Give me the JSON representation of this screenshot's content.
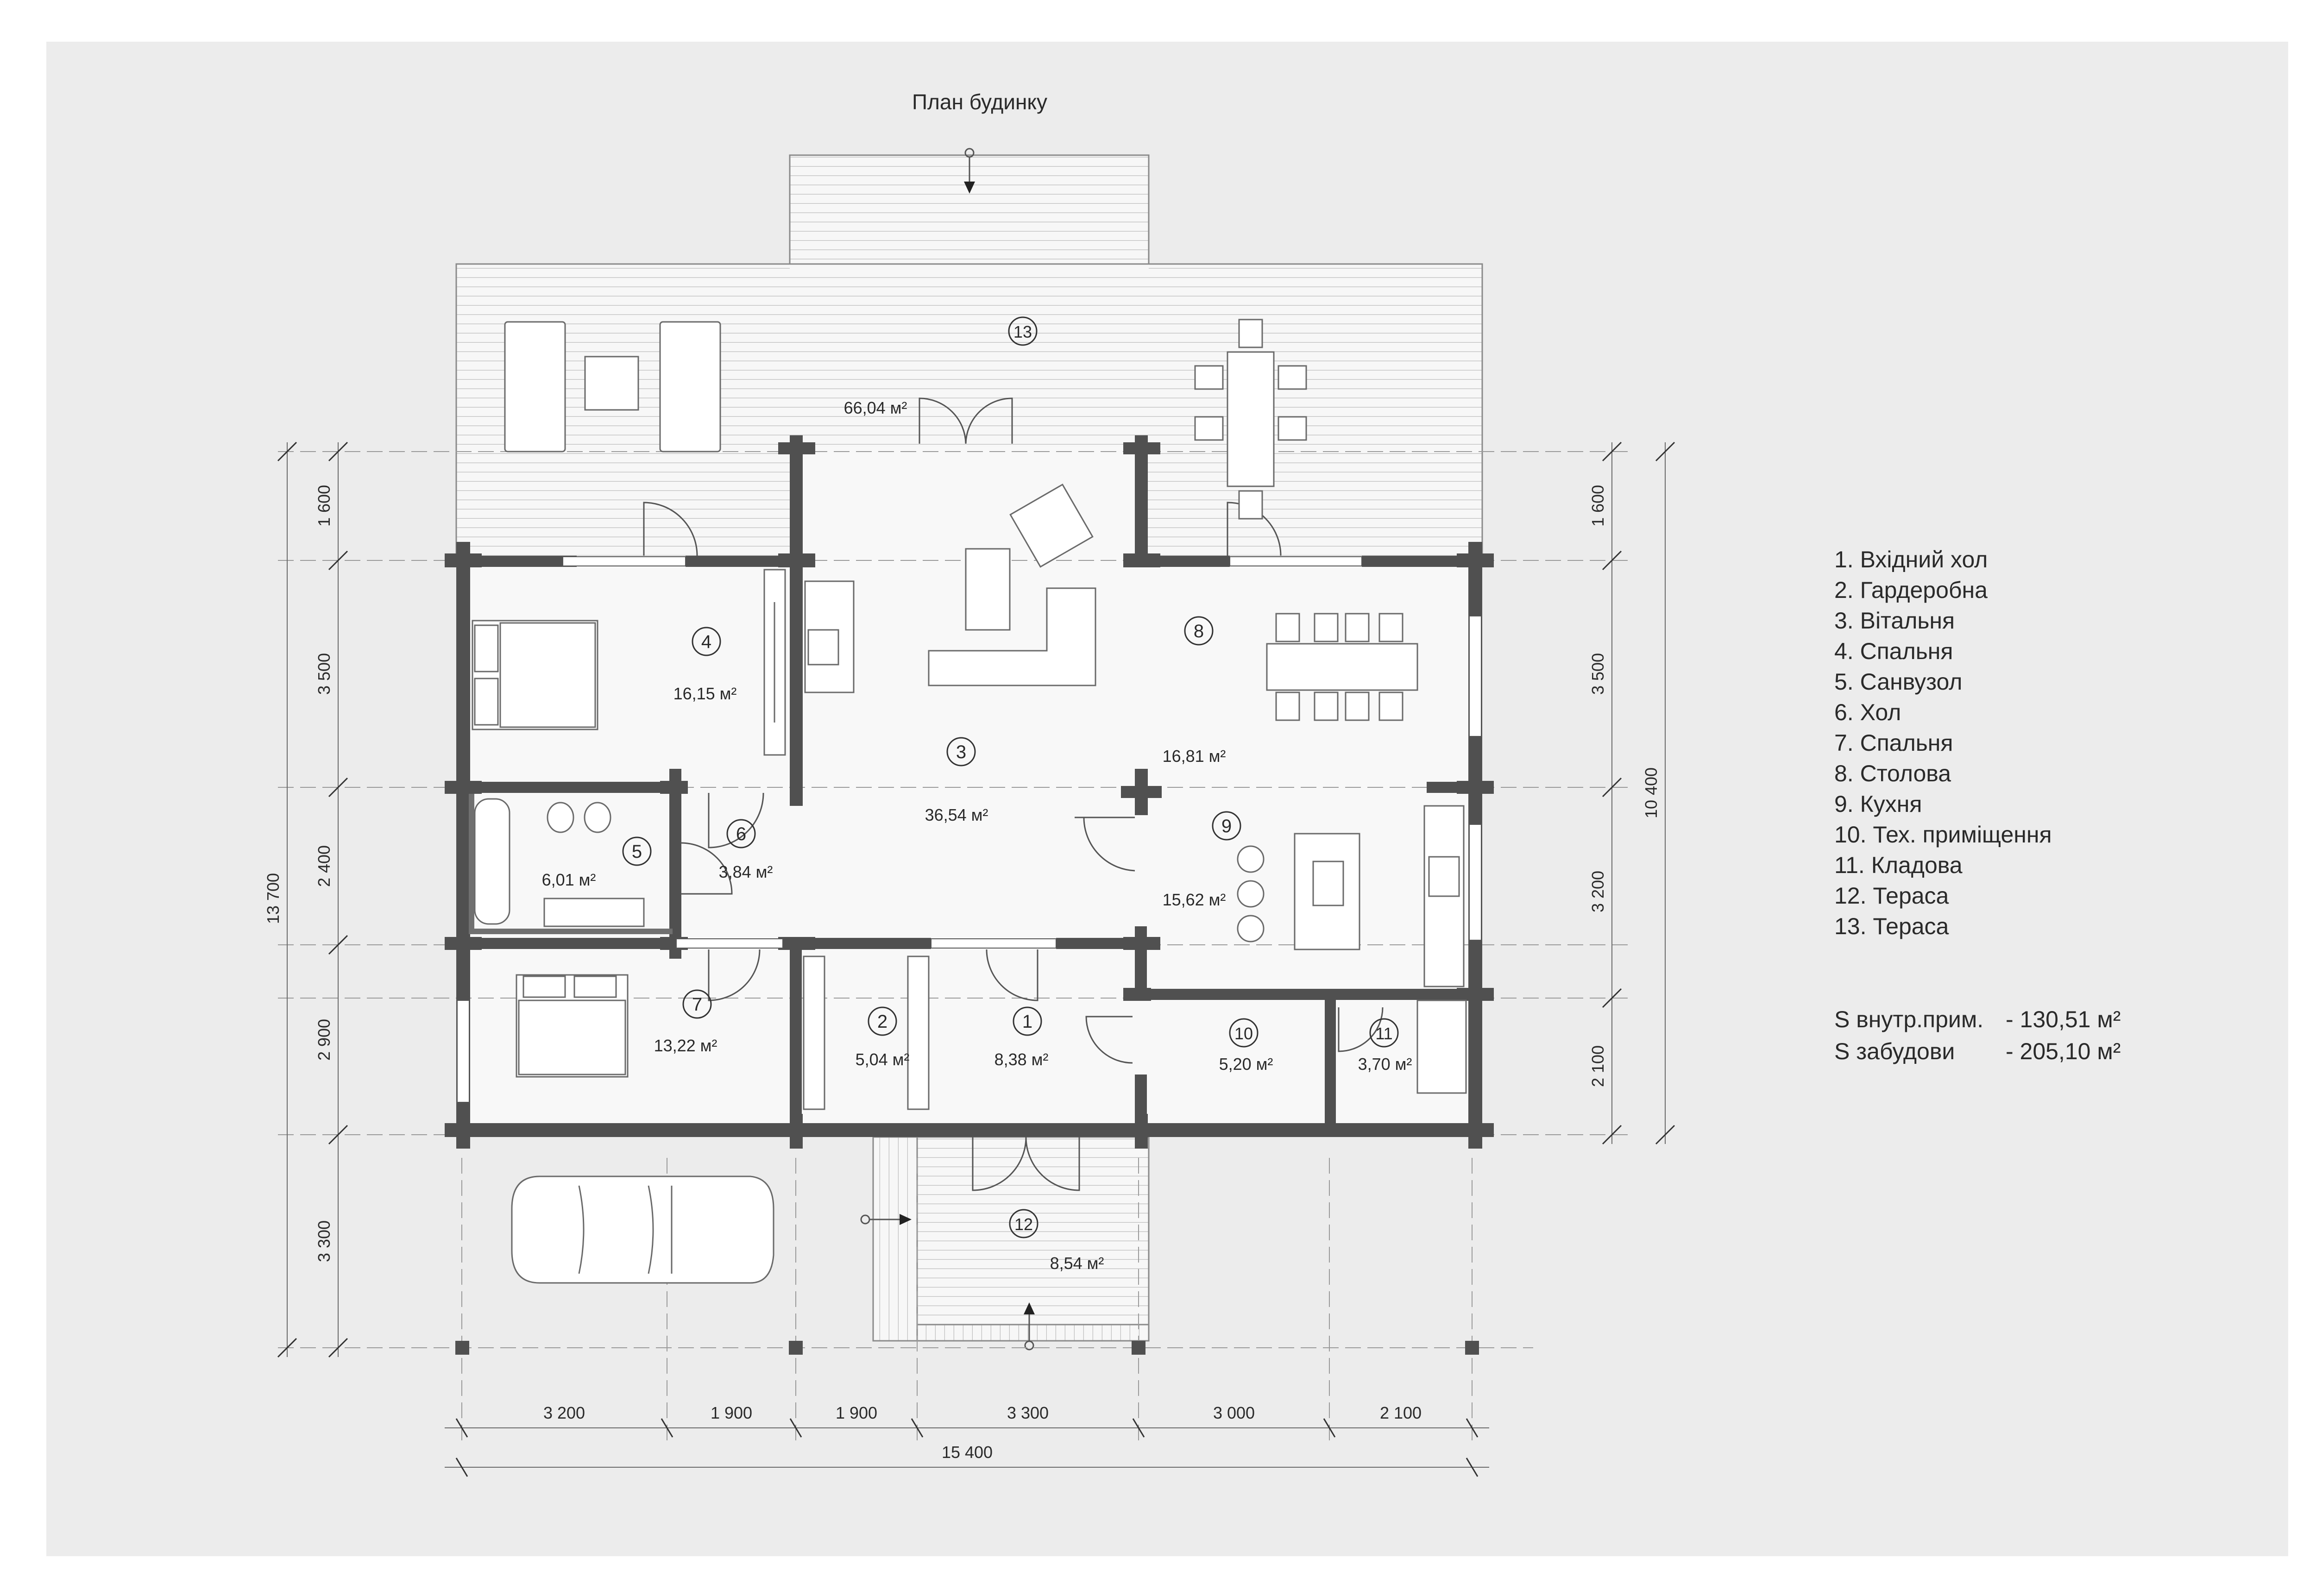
{
  "title": "План будинку",
  "colors": {
    "background": "#ececec",
    "wall": "#505050",
    "line": "#6a6a6a",
    "deck": "#f7f7f7"
  },
  "rooms": [
    {
      "num": "1",
      "area": "8,38 м²"
    },
    {
      "num": "2",
      "area": "5,04 м²"
    },
    {
      "num": "3",
      "area": "36,54 м²"
    },
    {
      "num": "4",
      "area": "16,15 м²"
    },
    {
      "num": "5",
      "area": "6,01 м²"
    },
    {
      "num": "6",
      "area": "3,84 м²"
    },
    {
      "num": "7",
      "area": "13,22 м²"
    },
    {
      "num": "8",
      "area": "16,81 м²"
    },
    {
      "num": "9",
      "area": "15,62 м²"
    },
    {
      "num": "10",
      "area": "5,20 м²"
    },
    {
      "num": "11",
      "area": "3,70 м²"
    },
    {
      "num": "12",
      "area": "8,54 м²"
    },
    {
      "num": "13",
      "area": "66,04 м²"
    }
  ],
  "dims": {
    "bottom": [
      "3 200",
      "1 900",
      "1 900",
      "3 300",
      "3 000",
      "2 100"
    ],
    "bottom_total": "15 400",
    "left": [
      "1 600",
      "3 500",
      "2 400",
      "2 900",
      "3 300"
    ],
    "left_total": "13 700",
    "right": [
      "1 600",
      "3 500",
      "3 200",
      "2 100"
    ],
    "right_total": "10 400"
  },
  "legend": {
    "items": [
      "1. Вхідний хол",
      "2. Гардеробна",
      "3. Вітальня",
      "4. Спальня",
      "5. Санвузол",
      "6.  Хол",
      "7. Спальня",
      "8. Столова",
      "9.  Кухня",
      "10. Тех. приміщення",
      "11. Кладова",
      "12. Тераса",
      "13. Тераса"
    ],
    "interior_label": "S внутр.прим.",
    "interior_value": "- 130,51 м²",
    "built_label": "S забудови",
    "built_value": "- 205,10 м²"
  }
}
